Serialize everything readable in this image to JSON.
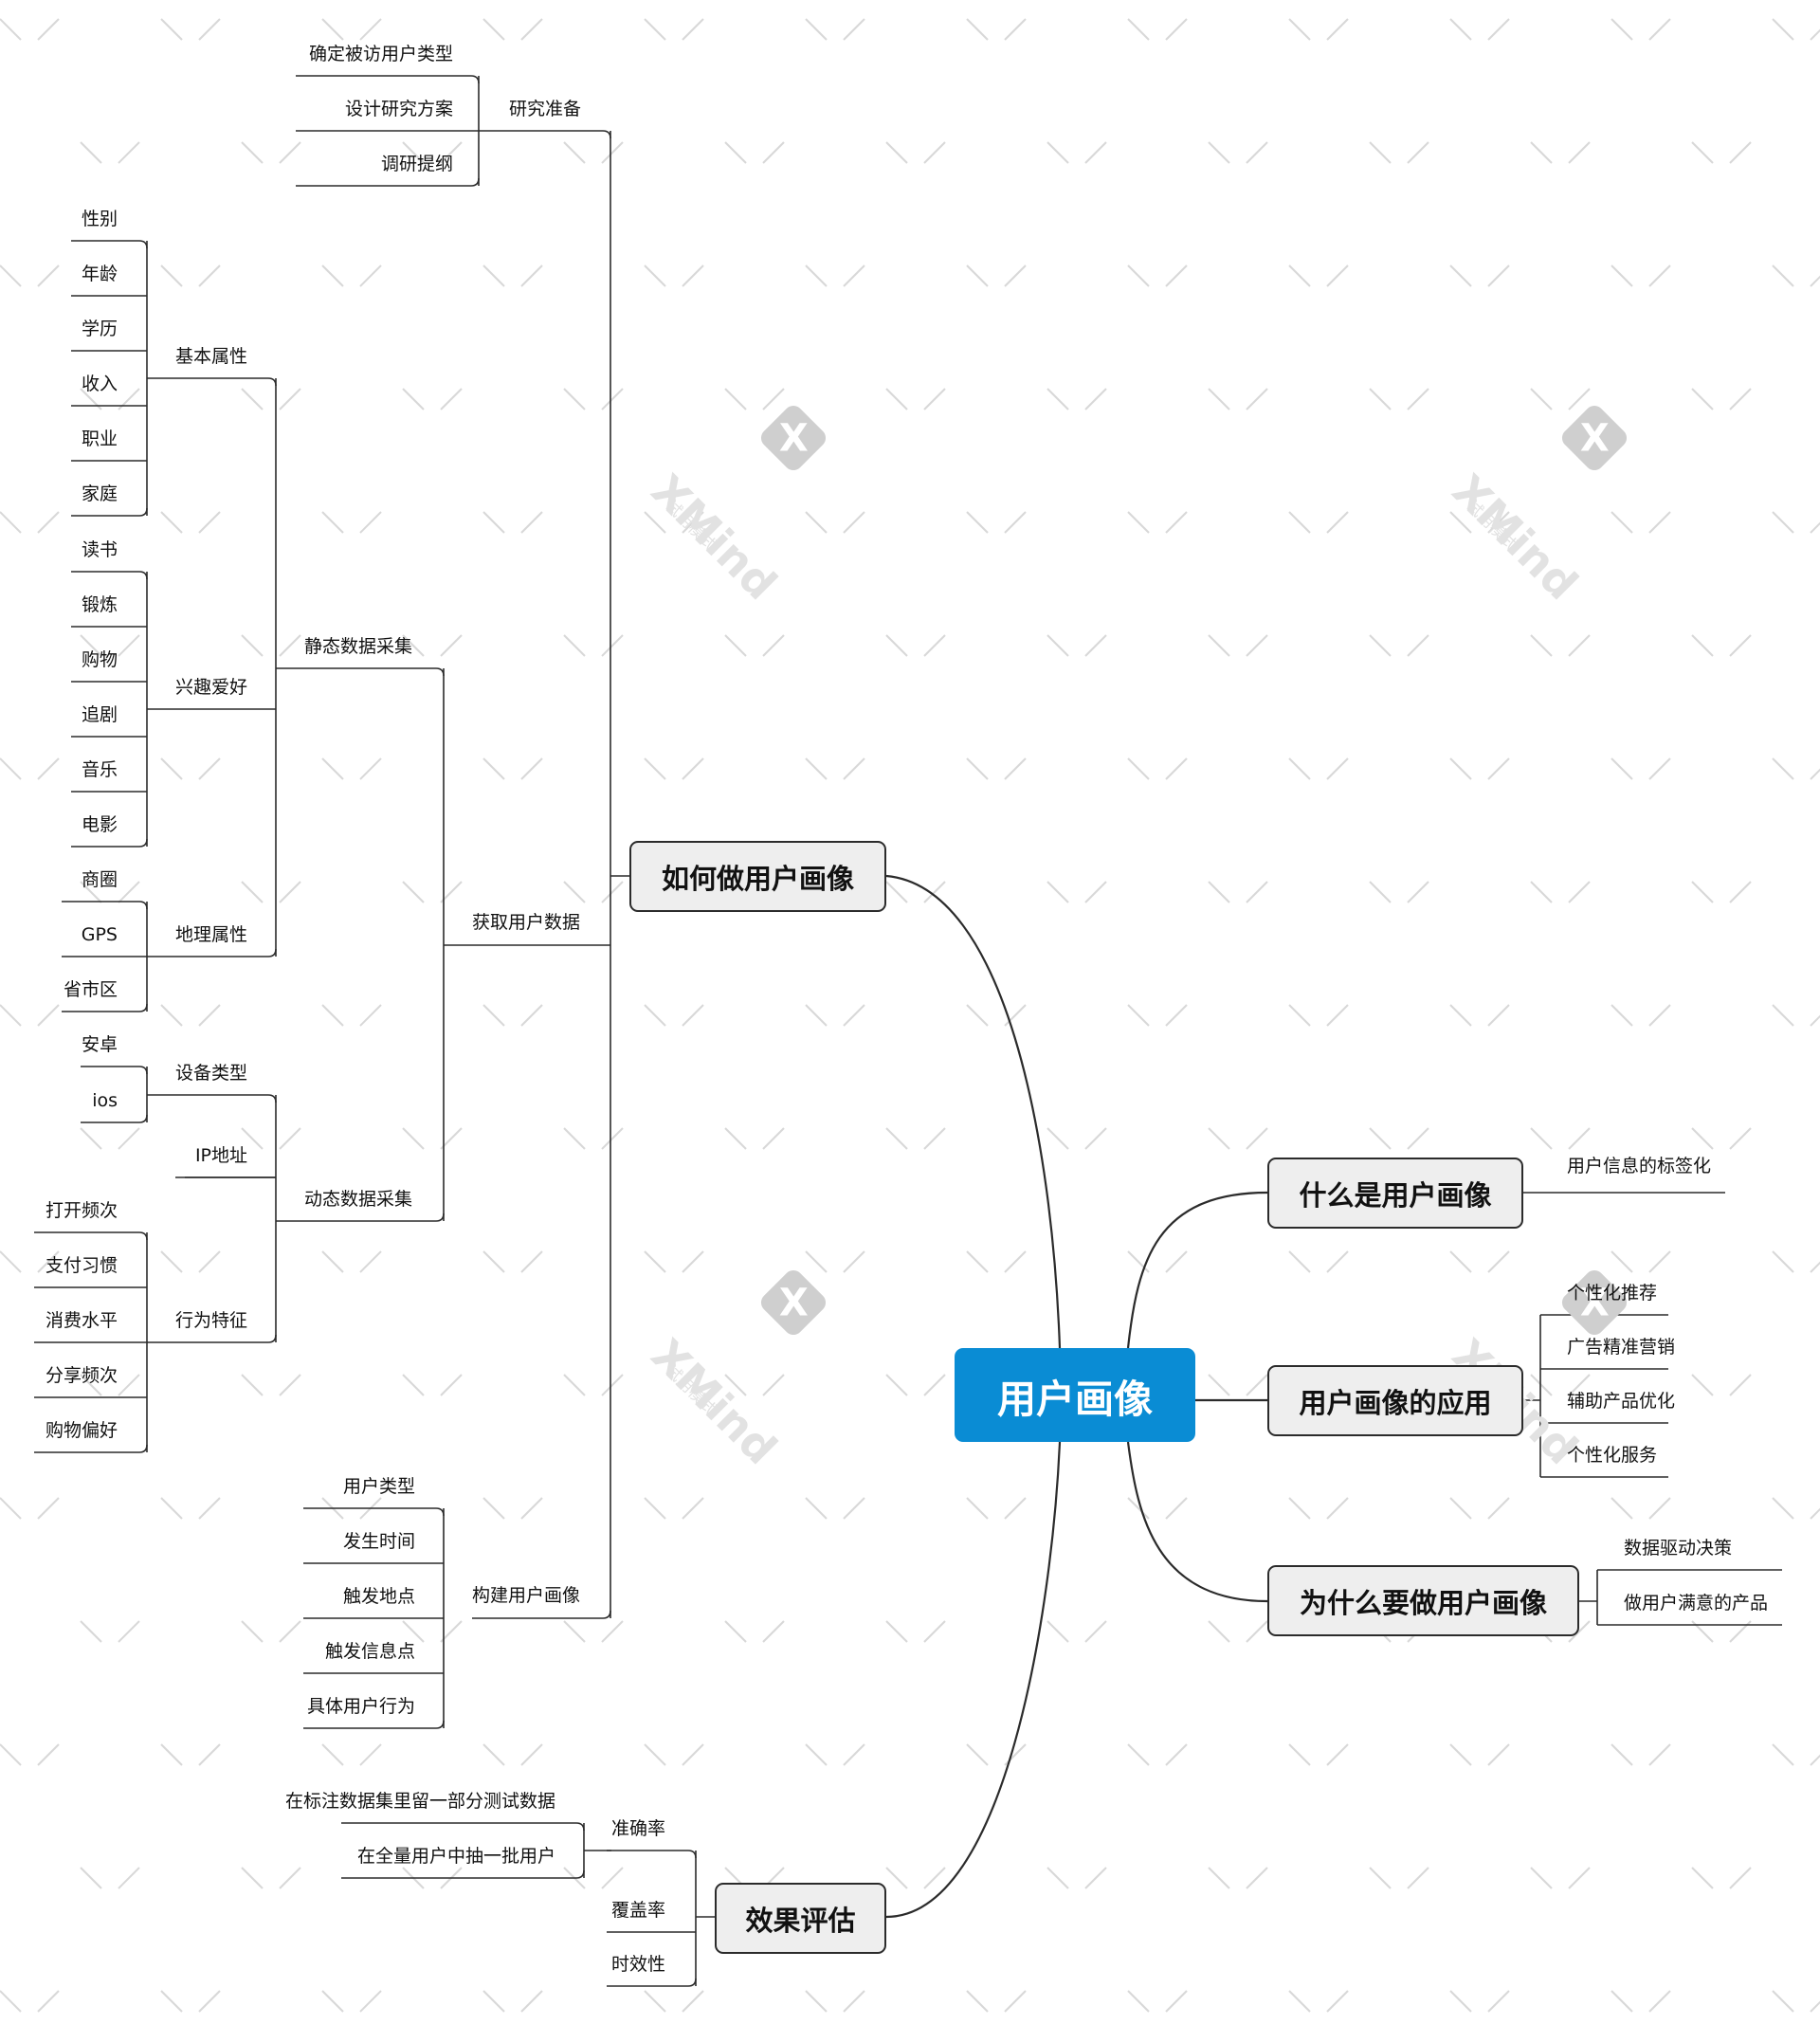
{
  "root": "用户画像",
  "branches": {
    "how": "如何做用户画像",
    "what": "什么是用户画像",
    "apply": "用户画像的应用",
    "why": "为什么要做用户画像",
    "eval": "效果评估"
  },
  "how": {
    "prep": "研究准备",
    "prep_items": [
      "确定被访用户类型",
      "设计研究方案",
      "调研提纲"
    ],
    "acquire": "获取用户数据",
    "static": "静态数据采集",
    "basic": "基本属性",
    "basic_items": [
      "性别",
      "年龄",
      "学历",
      "收入",
      "职业",
      "家庭"
    ],
    "interest": "兴趣爱好",
    "interest_items": [
      "读书",
      "锻炼",
      "购物",
      "追剧",
      "音乐",
      "电影"
    ],
    "geo": "地理属性",
    "geo_items": [
      "商圈",
      "GPS",
      "省市区"
    ],
    "dynamic": "动态数据采集",
    "device": "设备类型",
    "device_items": [
      "安卓",
      "ios"
    ],
    "ip": "IP地址",
    "behavior": "行为特征",
    "behavior_items": [
      "打开频次",
      "支付习惯",
      "消费水平",
      "分享频次",
      "购物偏好"
    ],
    "build": "构建用户画像",
    "build_items": [
      "用户类型",
      "发生时间",
      "触发地点",
      "触发信息点",
      "具体用户行为"
    ]
  },
  "what_items": [
    "用户信息的标签化"
  ],
  "apply_items": [
    "个性化推荐",
    "广告精准营销",
    "辅助产品优化",
    "个性化服务"
  ],
  "why_items": [
    "数据驱动决策",
    "做用户满意的产品"
  ],
  "eval": {
    "accuracy": "准确率",
    "accuracy_items": [
      "在标注数据集里留一部分测试数据",
      "在全量用户中抽一批用户"
    ],
    "coverage": "覆盖率",
    "timeliness": "时效性"
  },
  "watermark": {
    "name": "XMind",
    "sub": "试用模式",
    "logo": "X"
  },
  "colors": {
    "root": "#0a8cd4",
    "box": "#eeeeee",
    "line": "#2b2b2b",
    "watermark": "#d8d8d8"
  }
}
